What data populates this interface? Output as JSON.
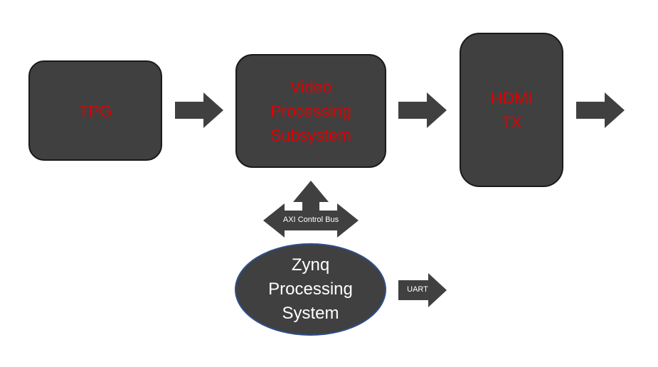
{
  "colors": {
    "block_fill": "#404040",
    "block_label": "#e00000",
    "arrow_fill": "#404040",
    "zynq_border": "#2e4f8c",
    "zynq_label": "#ffffff"
  },
  "blocks": {
    "tpg": {
      "label": "TPG"
    },
    "vps": {
      "label": "Video\nProcessing\nSubsystem"
    },
    "hdmi": {
      "label": "HDMI\nTX"
    },
    "zynq": {
      "label": "Zynq\nProcessing\nSystem"
    }
  },
  "arrows": {
    "axi": {
      "label": "AXI Control Bus"
    },
    "uart": {
      "label": "UART"
    }
  }
}
